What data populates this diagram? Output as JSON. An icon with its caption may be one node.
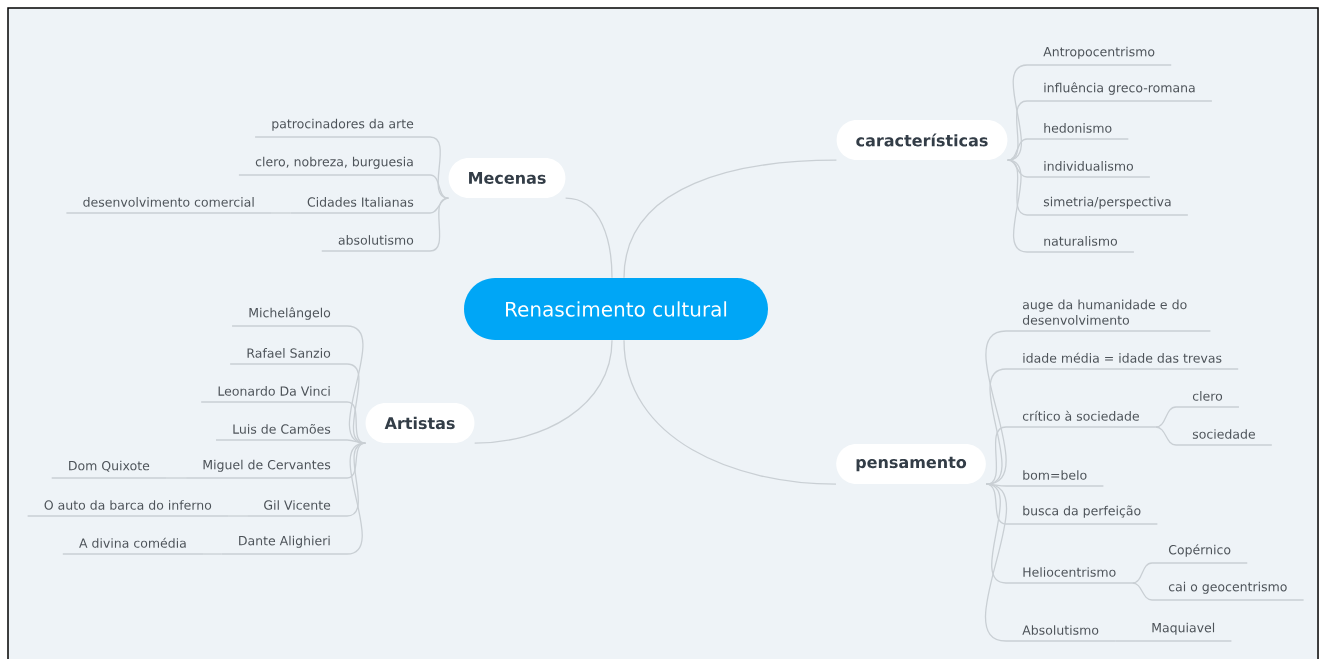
{
  "diagram": {
    "nodes": [
      {
        "text": [
          "Renascimento cultural"
        ]
      },
      {
        "text": [
          "Mecenas"
        ]
      },
      {
        "text": [
          "patrocinadores da arte"
        ]
      },
      {
        "text": [
          "clero, nobreza, burguesia"
        ]
      },
      {
        "text": [
          "Cidades Italianas"
        ]
      },
      {
        "text": [
          "desenvolvimento comercial"
        ]
      },
      {
        "text": [
          "absolutismo"
        ]
      },
      {
        "text": [
          "características"
        ]
      },
      {
        "text": [
          "Antropocentrismo"
        ]
      },
      {
        "text": [
          "influência greco-romana"
        ]
      },
      {
        "text": [
          "hedonismo"
        ]
      },
      {
        "text": [
          "individualismo"
        ]
      },
      {
        "text": [
          "simetria/perspectiva"
        ]
      },
      {
        "text": [
          "naturalismo"
        ]
      },
      {
        "text": [
          "Artistas"
        ]
      },
      {
        "text": [
          "Michelângelo"
        ]
      },
      {
        "text": [
          "Rafael Sanzio"
        ]
      },
      {
        "text": [
          "Leonardo Da Vinci"
        ]
      },
      {
        "text": [
          "Luis de Camões"
        ]
      },
      {
        "text": [
          "Miguel de Cervantes"
        ]
      },
      {
        "text": [
          "Dom Quixote"
        ]
      },
      {
        "text": [
          "Gil Vicente"
        ]
      },
      {
        "text": [
          "O auto da barca do inferno"
        ]
      },
      {
        "text": [
          "Dante Alighieri"
        ]
      },
      {
        "text": [
          "A divina comédia"
        ]
      },
      {
        "text": [
          "pensamento"
        ]
      },
      {
        "text": [
          "auge da humanidade e do desenvolvimento"
        ]
      },
      {
        "text": [
          "idade média = idade das trevas"
        ]
      },
      {
        "text": [
          "crítico à sociedade"
        ]
      },
      {
        "text": [
          "clero"
        ]
      },
      {
        "text": [
          "sociedade"
        ]
      },
      {
        "text": [
          "bom=belo"
        ]
      },
      {
        "text": [
          "busca da perfeição"
        ]
      },
      {
        "text": [
          "Heliocentrismo"
        ]
      },
      {
        "text": [
          "Copérnico"
        ]
      },
      {
        "text": [
          "cai o geocentrismo"
        ]
      },
      {
        "text": [
          "Absolutismo"
        ]
      },
      {
        "text": [
          "Maquiavel"
        ]
      }
    ],
    "edges": [
      {
        "from": 0,
        "to": 1,
        "arrow": "none"
      },
      {
        "from": 1,
        "to": 2,
        "arrow": "none"
      },
      {
        "from": 1,
        "to": 3,
        "arrow": "none"
      },
      {
        "from": 1,
        "to": 4,
        "arrow": "none"
      },
      {
        "from": 4,
        "to": 5,
        "arrow": "none"
      },
      {
        "from": 1,
        "to": 6,
        "arrow": "none"
      },
      {
        "from": 0,
        "to": 7,
        "arrow": "none"
      },
      {
        "from": 7,
        "to": 8,
        "arrow": "none"
      },
      {
        "from": 7,
        "to": 9,
        "arrow": "none"
      },
      {
        "from": 7,
        "to": 10,
        "arrow": "none"
      },
      {
        "from": 7,
        "to": 11,
        "arrow": "none"
      },
      {
        "from": 7,
        "to": 12,
        "arrow": "none"
      },
      {
        "from": 7,
        "to": 13,
        "arrow": "none"
      },
      {
        "from": 0,
        "to": 14,
        "arrow": "none"
      },
      {
        "from": 14,
        "to": 15,
        "arrow": "none"
      },
      {
        "from": 14,
        "to": 16,
        "arrow": "none"
      },
      {
        "from": 14,
        "to": 17,
        "arrow": "none"
      },
      {
        "from": 14,
        "to": 18,
        "arrow": "none"
      },
      {
        "from": 14,
        "to": 19,
        "arrow": "none"
      },
      {
        "from": 19,
        "to": 20,
        "arrow": "none"
      },
      {
        "from": 14,
        "to": 21,
        "arrow": "none"
      },
      {
        "from": 21,
        "to": 22,
        "arrow": "none"
      },
      {
        "from": 14,
        "to": 23,
        "arrow": "none"
      },
      {
        "from": 23,
        "to": 24,
        "arrow": "none"
      },
      {
        "from": 0,
        "to": 25,
        "arrow": "none"
      },
      {
        "from": 25,
        "to": 26,
        "arrow": "none"
      },
      {
        "from": 25,
        "to": 27,
        "arrow": "none"
      },
      {
        "from": 25,
        "to": 28,
        "arrow": "none"
      },
      {
        "from": 28,
        "to": 29,
        "arrow": "none"
      },
      {
        "from": 28,
        "to": 30,
        "arrow": "none"
      },
      {
        "from": 25,
        "to": 31,
        "arrow": "none"
      },
      {
        "from": 25,
        "to": 32,
        "arrow": "none"
      },
      {
        "from": 25,
        "to": 33,
        "arrow": "none"
      },
      {
        "from": 33,
        "to": 34,
        "arrow": "none"
      },
      {
        "from": 33,
        "to": 35,
        "arrow": "none"
      },
      {
        "from": 25,
        "to": 36,
        "arrow": "none"
      },
      {
        "from": 36,
        "to": 37,
        "arrow": "none"
      }
    ]
  }
}
